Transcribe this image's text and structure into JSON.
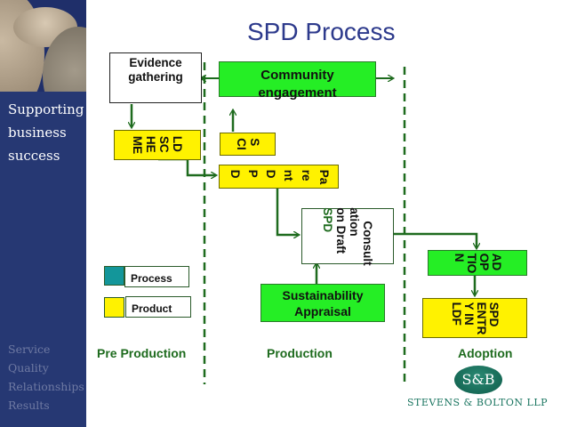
{
  "sidebar": {
    "tagline": [
      "Supporting",
      "business",
      "success"
    ],
    "values": [
      "Service",
      "Quality",
      "Relationships",
      "Results"
    ]
  },
  "title": "SPD Process",
  "boxes": {
    "evidence": "Evidence\ngathering",
    "community": "Community\nengagement",
    "ldscheme": "LD\nSC\nHE\nME",
    "sci": "S\nCI",
    "parent_spd": "Pa\nre\nnt\nD\nP\nD",
    "consultation_main": "Consult\nation\non Draft",
    "consultation_spd": "SPD",
    "sustainability": "Sustainability\nAppraisal",
    "adoption": "AD\nOP\nTIO\nN",
    "spd_entry": "SPD\nENTR\nY IN\nLDF"
  },
  "legend": {
    "process": "Process",
    "product": "Product",
    "process_color": "#13969a",
    "product_color": "#fff200"
  },
  "stages": {
    "pre": "Pre Production",
    "production": "Production",
    "adoption": "Adoption"
  },
  "logo": {
    "monogram": "S&B",
    "name": "STEVENS & BOLTON LLP"
  },
  "colors": {
    "green_box": "#25ee25",
    "yellow_box": "#fff200",
    "arrow": "#1e6b1e",
    "title": "#2d3a8c",
    "sidebar": "#263873"
  }
}
